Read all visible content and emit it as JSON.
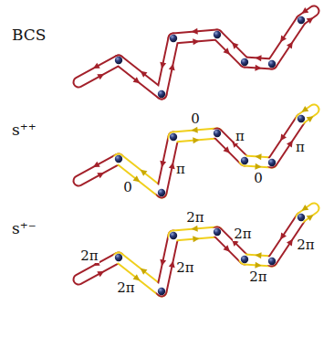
{
  "diagram": {
    "labels": [
      "BCS",
      "s⁺⁺",
      "0",
      "π",
      "0",
      "π",
      "0",
      "π",
      "s⁺⁻",
      "2π",
      "2π",
      "2π",
      "2π",
      "2π",
      "2π",
      "2π"
    ]
  }
}
